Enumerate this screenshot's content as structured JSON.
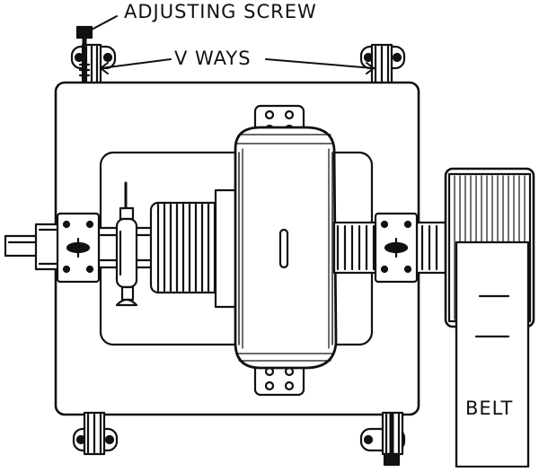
{
  "diagram": {
    "labels": {
      "adjusting_screw": "ADJUSTING SCREW",
      "v_ways": "V WAYS",
      "belt": "BELT"
    },
    "colors": {
      "ink": "#111111",
      "paper": "#ffffff"
    }
  }
}
